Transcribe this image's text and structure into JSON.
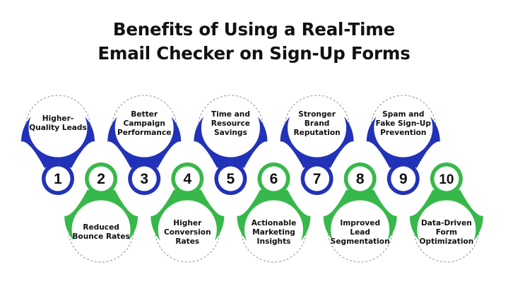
{
  "title_line1": "Benefits of Using a Real-Time",
  "title_line2": "Email Checker on Sign-Up Forms",
  "colors": {
    "blue": "#2232b8",
    "green": "#37b84a",
    "number_text": "#111111",
    "circle_border": "#9a9a9a"
  },
  "items": [
    {
      "number": "1",
      "label": [
        "Higher-",
        "Quality Leads"
      ],
      "color": "blue"
    },
    {
      "number": "2",
      "label": [
        "Reduced",
        "Bounce Rates"
      ],
      "color": "green"
    },
    {
      "number": "3",
      "label": [
        "Better",
        "Campaign",
        "Performance"
      ],
      "color": "blue"
    },
    {
      "number": "4",
      "label": [
        "Higher",
        "Conversion",
        "Rates"
      ],
      "color": "green"
    },
    {
      "number": "5",
      "label": [
        "Time and",
        "Resource",
        "Savings"
      ],
      "color": "blue"
    },
    {
      "number": "6",
      "label": [
        "Actionable",
        "Marketing",
        "Insights"
      ],
      "color": "green"
    },
    {
      "number": "7",
      "label": [
        "Stronger",
        "Brand",
        "Reputation"
      ],
      "color": "blue"
    },
    {
      "number": "8",
      "label": [
        "Improved",
        "Lead",
        "Segmentation"
      ],
      "color": "green"
    },
    {
      "number": "9",
      "label": [
        "Spam and",
        "Fake Sign-Up",
        "Prevention"
      ],
      "color": "blue"
    },
    {
      "number": "10",
      "label": [
        "Data-Driven",
        "Form",
        "Optimization"
      ],
      "color": "green"
    }
  ]
}
